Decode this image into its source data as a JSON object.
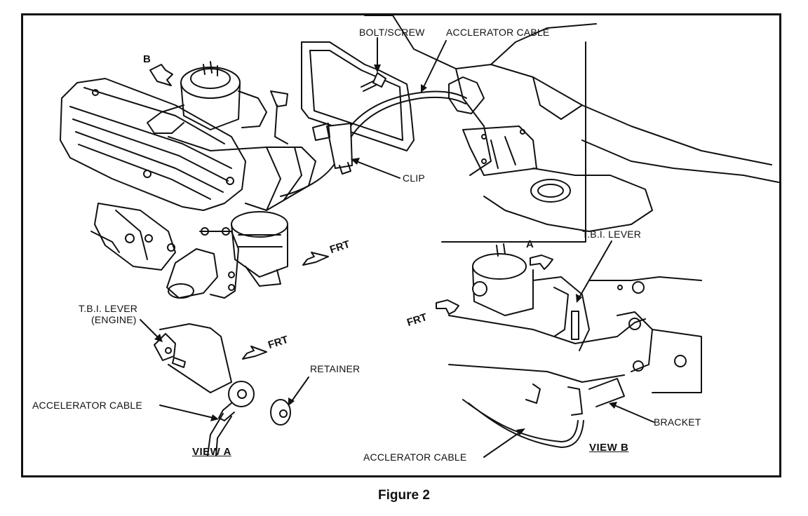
{
  "caption": "Figure 2",
  "labels": {
    "bolt_screw": "BOLT/SCREW",
    "accelerator_cable_top": "ACCLERATOR CABLE",
    "clip": "CLIP",
    "tbi_lever_right": "T.B.I. LEVER",
    "tbi_lever_engine_line1": "T.B.I. LEVER",
    "tbi_lever_engine_line2": "(ENGINE)",
    "retainer": "RETAINER",
    "accelerator_cable_left": "ACCELERATOR CABLE",
    "accelerator_cable_bottom": "ACCLERATOR CABLE",
    "bracket": "BRACKET"
  },
  "views": {
    "view_a": "VIEW A",
    "view_b": "VIEW B"
  },
  "arrows": {
    "b": "B",
    "a": "A",
    "frt_main": "FRT",
    "frt_view_a": "FRT",
    "frt_view_b": "FRT"
  }
}
